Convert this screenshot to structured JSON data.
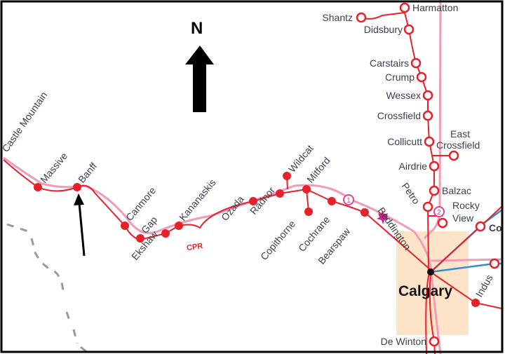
{
  "north_label": "N",
  "city": "Calgary",
  "rail_label": "CPR",
  "route_markers": [
    "1",
    "2"
  ],
  "colors": {
    "rail": "#e8202a",
    "highway": "#f29ab8",
    "blue_line": "#2f8fd0",
    "city_area": "#fde4c8",
    "boundary": "#999999"
  },
  "stations_west": [
    "Castle Mountain",
    "Massive",
    "Banff",
    "Canmore",
    "Gap",
    "Ekshaw",
    "Kananaskis",
    "Ozada",
    "Radnor",
    "Wildcat",
    "Mitford",
    "Copithorne",
    "Cochrane",
    "Bearspaw",
    "Beddington",
    "Petro"
  ],
  "stations_north": [
    "Harmatton",
    "Shantz",
    "Didsbury",
    "Carstairs",
    "Crump",
    "Wessex",
    "Crossfield",
    "Collicutt",
    "East",
    "Crossfield",
    "Airdrie",
    "Balzac",
    "Rocky",
    "View",
    "De Winton",
    "Co",
    "Indus"
  ],
  "icons": [
    "north-arrow-icon",
    "pointer-arrow-icon",
    "maple-leaf-icon"
  ]
}
